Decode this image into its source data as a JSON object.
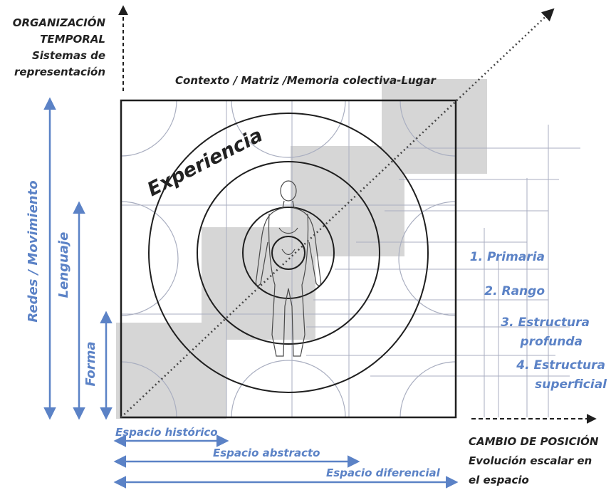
{
  "colors": {
    "blue": "#5b82c6",
    "black": "#1f1f1f",
    "gray_square": "#cfcfcf",
    "thin_line": "#a9aec0"
  },
  "top_left": {
    "line1": "ORGANIZACIÓN",
    "line2": "TEMPORAL",
    "line3": "Sistemas de",
    "line4": "representación"
  },
  "context_label": "Contexto / Matriz /Memoria colectiva-Lugar",
  "experience_label": "Experiencia",
  "vertical_labels": {
    "networks": "Redes / Movimiento",
    "language": "Lenguaje",
    "form": "Forma"
  },
  "levels": {
    "primary": "1. Primaria",
    "range": "2. Rango",
    "deep_1": "3. Estructura",
    "deep_2": "profunda",
    "surface_1": "4. Estructura",
    "surface_2": "superficial"
  },
  "spaces": {
    "historic": "Espacio histórico",
    "abstract": "Espacio abstracto",
    "differential": "Espacio diferencial"
  },
  "bottom_right": {
    "line1": "CAMBIO DE POSICIÓN",
    "line2": "Evolución escalar en",
    "line3": "el espacio"
  }
}
